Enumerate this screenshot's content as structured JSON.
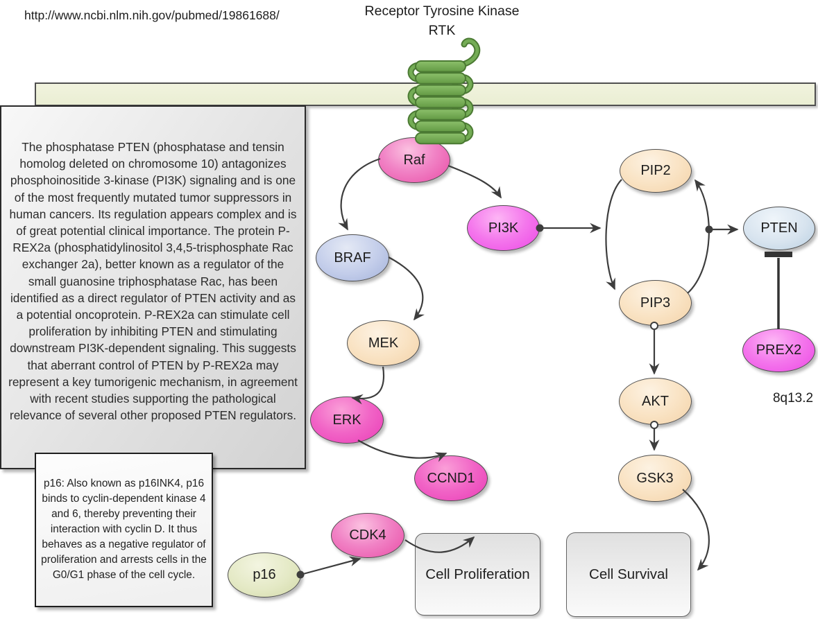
{
  "header": {
    "url_text": "http://www.ncbi.nlm.nih.gov/pubmed/19861688/",
    "receptor_title": "Receptor Tyrosine Kinase",
    "receptor_abbr": "RTK"
  },
  "notes": {
    "pten_paragraph": "The phosphatase PTEN (phosphatase and tensin homolog deleted on chromosome 10) antagonizes phosphoinositide 3-kinase (PI3K) signaling and is one of the most frequently mutated tumor suppressors in human cancers. Its regulation appears complex and is of great potential clinical importance. The protein P-REX2a (phosphatidylinositol 3,4,5-trisphosphate Rac exchanger 2a), better known as a regulator of the small guanosine triphosphatase Rac, has been identified as a direct regulator of PTEN activity and as a potential oncoprotein. P-REX2a can stimulate cell proliferation by inhibiting PTEN and stimulating downstream PI3K-dependent signaling. This suggests that aberrant control of PTEN by P-REX2a may represent a key tumorigenic mechanism, in agreement with recent studies supporting the pathological relevance of several other proposed PTEN regulators.",
    "p16_paragraph": "p16: Also known as p16INK4, p16 binds to cyclin-dependent kinase 4 and 6, thereby preventing their interaction with cyclin D. It thus behaves as a negative regulator of proliferation and arrests cells in the G0/G1 phase of the cell cycle."
  },
  "labels": {
    "locus": "8q13.2"
  },
  "nodes": [
    {
      "id": "raf",
      "label": "Raf",
      "color": "#ee5fae"
    },
    {
      "id": "braf",
      "label": "BRAF",
      "color": "#b5c1e4"
    },
    {
      "id": "mek",
      "label": "MEK",
      "color": "#f8e0bd"
    },
    {
      "id": "erk",
      "label": "ERK",
      "color": "#f04cc0"
    },
    {
      "id": "ccnd1",
      "label": "CCND1",
      "color": "#ee46bf"
    },
    {
      "id": "cdk4",
      "label": "CDK4",
      "color": "#f065be"
    },
    {
      "id": "p16",
      "label": "p16",
      "color": "#e0e5bd"
    },
    {
      "id": "pi3k",
      "label": "PI3K",
      "color": "#f05ae8"
    },
    {
      "id": "pip2",
      "label": "PIP2",
      "color": "#f8e0bd"
    },
    {
      "id": "pip3",
      "label": "PIP3",
      "color": "#f8e0bd"
    },
    {
      "id": "akt",
      "label": "AKT",
      "color": "#f8e0bd"
    },
    {
      "id": "gsk3",
      "label": "GSK3",
      "color": "#f8e0bd"
    },
    {
      "id": "pten",
      "label": "PTEN",
      "color": "#d3e1ee"
    },
    {
      "id": "prex2",
      "label": "PREX2",
      "color": "#f263ed"
    }
  ],
  "outcomes": [
    {
      "id": "cell-proliferation",
      "label": "Cell Proliferation"
    },
    {
      "id": "cell-survival",
      "label": "Cell Survival"
    }
  ],
  "edges": [
    {
      "from": "rtk",
      "to": "raf",
      "type": "activates"
    },
    {
      "from": "raf",
      "to": "braf",
      "type": "activates"
    },
    {
      "from": "raf",
      "to": "pi3k",
      "type": "activates"
    },
    {
      "from": "braf",
      "to": "mek",
      "type": "activates"
    },
    {
      "from": "mek",
      "to": "erk",
      "type": "activates"
    },
    {
      "from": "erk",
      "to": "ccnd1",
      "type": "activates"
    },
    {
      "from": "pi3k",
      "to": "pip2-pip3-reaction",
      "type": "catalyzes"
    },
    {
      "from": "pip2",
      "to": "pip3",
      "type": "converts"
    },
    {
      "from": "pip3",
      "to": "pip2",
      "type": "converts"
    },
    {
      "from": "pip3-pip2-reaction",
      "to": "pten",
      "type": "catalyzed-by"
    },
    {
      "from": "pip3",
      "to": "akt",
      "type": "activates"
    },
    {
      "from": "akt",
      "to": "gsk3",
      "type": "activates"
    },
    {
      "from": "gsk3",
      "to": "cell-survival",
      "type": "leads-to"
    },
    {
      "from": "prex2",
      "to": "pten",
      "type": "inhibits"
    },
    {
      "from": "p16",
      "to": "cdk4",
      "type": "binds"
    },
    {
      "from": "cdk4",
      "to": "cell-proliferation",
      "type": "leads-to"
    }
  ],
  "colors": {
    "membrane_fill": "#edf0d8",
    "connector": "#3d3d3d",
    "receptor_green": "#74ac55",
    "note_box_fill": "#e4e4e4"
  }
}
